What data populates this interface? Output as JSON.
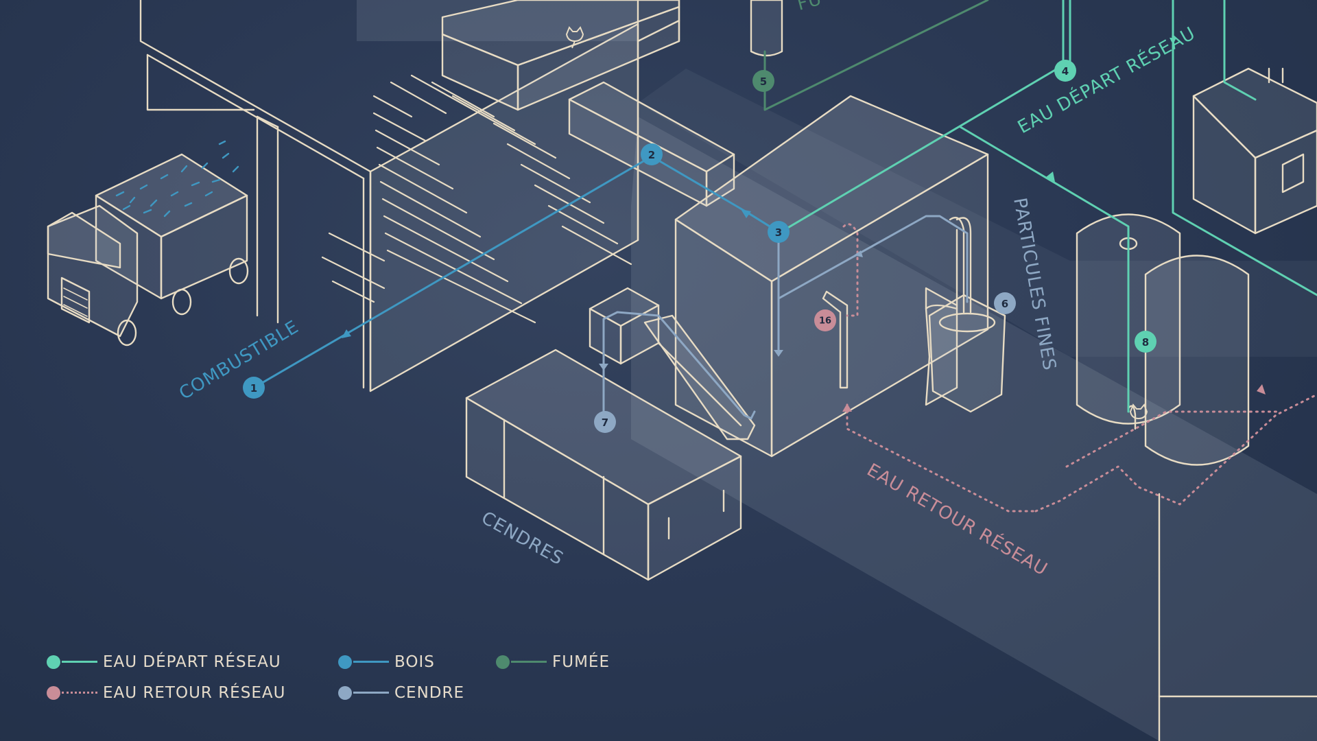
{
  "colors": {
    "background": "#2a3852",
    "outline": "#e8dcc4",
    "eau_depart": "#5fd1b2",
    "eau_retour": "#c98d98",
    "bois": "#3f98c2",
    "cendre": "#8ea8c4",
    "fumee": "#4e8a6e"
  },
  "labels": {
    "combustible": "COMBUSTIBLE",
    "cendres": "CENDRES",
    "particules_fines": "PARTICULES FINES",
    "eau_depart_reseau": "EAU DÉPART RÉSEAU",
    "eau_retour_reseau": "EAU RETOUR RÉSEAU",
    "fumee_partial": "FU"
  },
  "nodes": [
    {
      "id": "n1",
      "number": "1",
      "flow": "bois"
    },
    {
      "id": "n2",
      "number": "2",
      "flow": "bois"
    },
    {
      "id": "n3",
      "number": "3",
      "flow": "bois"
    },
    {
      "id": "n4",
      "number": "4",
      "flow": "eau_depart"
    },
    {
      "id": "n5",
      "number": "5",
      "flow": "fumee"
    },
    {
      "id": "n6",
      "number": "6",
      "flow": "cendre"
    },
    {
      "id": "n7",
      "number": "7",
      "flow": "cendre"
    },
    {
      "id": "n8",
      "number": "8",
      "flow": "eau_depart"
    },
    {
      "id": "n16",
      "number": "16",
      "flow": "eau_retour"
    }
  ],
  "legend": [
    {
      "key": "eau_depart",
      "label": "EAU DÉPART RÉSEAU",
      "color": "#5fd1b2",
      "style": "solid"
    },
    {
      "key": "eau_retour",
      "label": "EAU RETOUR RÉSEAU",
      "color": "#c98d98",
      "style": "dotted"
    },
    {
      "key": "bois",
      "label": "BOIS",
      "color": "#3f98c2",
      "style": "solid"
    },
    {
      "key": "cendre",
      "label": "CENDRE",
      "color": "#8ea8c4",
      "style": "solid"
    },
    {
      "key": "fumee",
      "label": "FUMÉE",
      "color": "#4e8a6e",
      "style": "solid"
    }
  ]
}
